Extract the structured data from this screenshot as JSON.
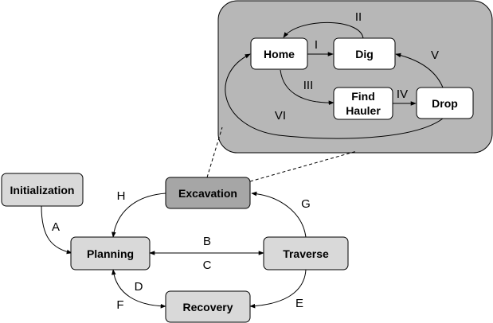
{
  "colors": {
    "panel_fill": "#b7b7b7",
    "main_node_fill": "#d9d9d9",
    "active_node_fill": "#a6a6a6",
    "sub_node_fill": "#ffffff",
    "stroke": "#000000"
  },
  "nodes": {
    "initialization": "Initialization",
    "planning": "Planning",
    "excavation": "Excavation",
    "traverse": "Traverse",
    "recovery": "Recovery"
  },
  "sub_nodes": {
    "home": "Home",
    "dig": "Dig",
    "find_hauler_line1": "Find",
    "find_hauler_line2": "Hauler",
    "drop": "Drop"
  },
  "edge_labels": {
    "A": "A",
    "B": "B",
    "C": "C",
    "D": "D",
    "E": "E",
    "F": "F",
    "G": "G",
    "H": "H",
    "I": "I",
    "II": "II",
    "III": "III",
    "IV": "IV",
    "V": "V",
    "VI": "VI"
  }
}
